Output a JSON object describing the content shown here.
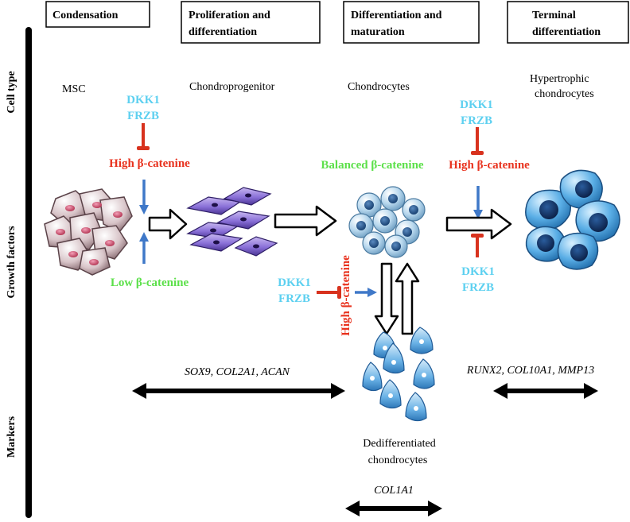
{
  "stages": [
    {
      "label_line1": "Condensation",
      "label_line2": ""
    },
    {
      "label_line1": "Proliferation and",
      "label_line2": "differentiation"
    },
    {
      "label_line1": "Differentiation and",
      "label_line2": "maturation"
    },
    {
      "label_line1": "Terminal",
      "label_line2": "differentiation"
    }
  ],
  "row_labels": {
    "cell_type": "Cell type",
    "growth_factors": "Growth factors",
    "markers": "Markers"
  },
  "cell_types": {
    "msc": "MSC",
    "chondroprogenitor": "Chondroprogenitor",
    "chondrocytes": "Chondrocytes",
    "hypertrophic_line1": "Hypertrophic",
    "hypertrophic_line2": "chondrocytes",
    "dedifferentiated_line1": "Dedifferentiated",
    "dedifferentiated_line2": "chondrocytes"
  },
  "factors": {
    "dkk1": "DKK1",
    "frzb": "FRZB",
    "high_beta_catenine": "High β-catenine",
    "low_beta_catenine": "Low β-catenine",
    "balanced_beta_catenine": "Balanced β-catenine"
  },
  "markers": {
    "early": "SOX9, COL2A1, ACAN",
    "late": "RUNX2, COL10A1, MMP13",
    "dedifferentiated": "COL1A1"
  },
  "colors": {
    "cyan_text": "#5dd0f0",
    "red_text": "#e8321e",
    "green_text": "#5ce04a",
    "inhibitor_red": "#d8321e",
    "arrow_blue": "#3f78c8",
    "axis": "#000000"
  }
}
